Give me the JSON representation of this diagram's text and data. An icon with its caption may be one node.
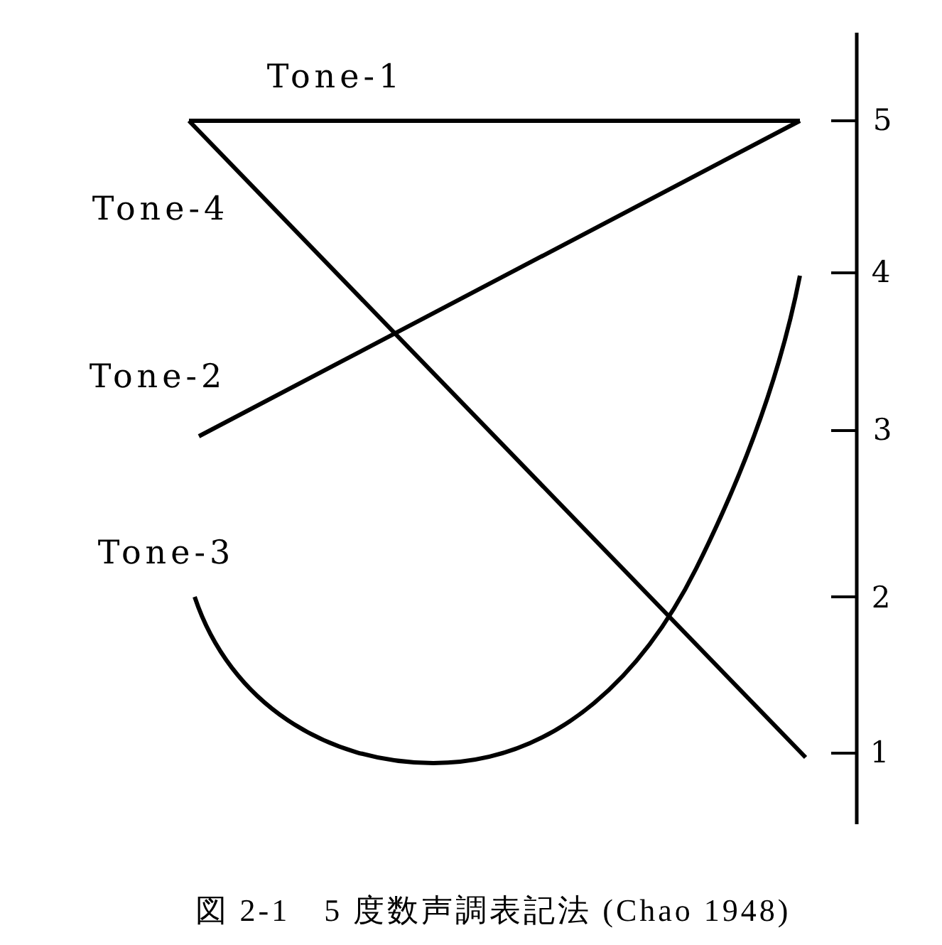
{
  "diagram": {
    "caption": "図 2-1　5 度数声調表記法 (Chao 1948)",
    "labels": [
      "Tone-1",
      "Tone-4",
      "Tone-2",
      "Tone-3",
      "5",
      "4",
      "3",
      "2",
      "1"
    ]
  }
}
